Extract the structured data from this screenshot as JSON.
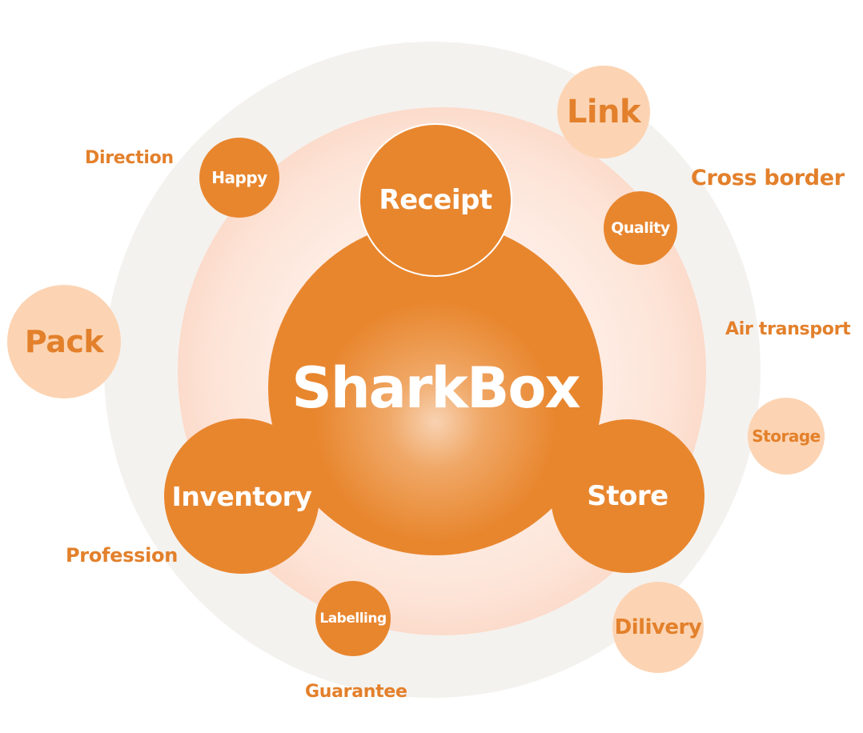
{
  "center": {
    "label": "SharkBox"
  },
  "primary_nodes": {
    "receipt": "Receipt",
    "inventory": "Inventory",
    "store": "Store"
  },
  "secondary_nodes": {
    "happy": "Happy",
    "quality": "Quality",
    "labelling": "Labelling"
  },
  "outer_nodes": {
    "link": "Link",
    "pack": "Pack",
    "storage": "Storage",
    "dilivery": "Dilivery"
  },
  "free_labels": {
    "direction": "Direction",
    "cross_border": "Cross border",
    "air_transport": "Air transport",
    "profession": "Profession",
    "guarantee": "Guarantee"
  },
  "colors": {
    "primary_orange": "#e8862e",
    "light_peach": "#fcd4b3",
    "text_orange": "#e3802b",
    "outer_ring": "#f4f2ef"
  }
}
